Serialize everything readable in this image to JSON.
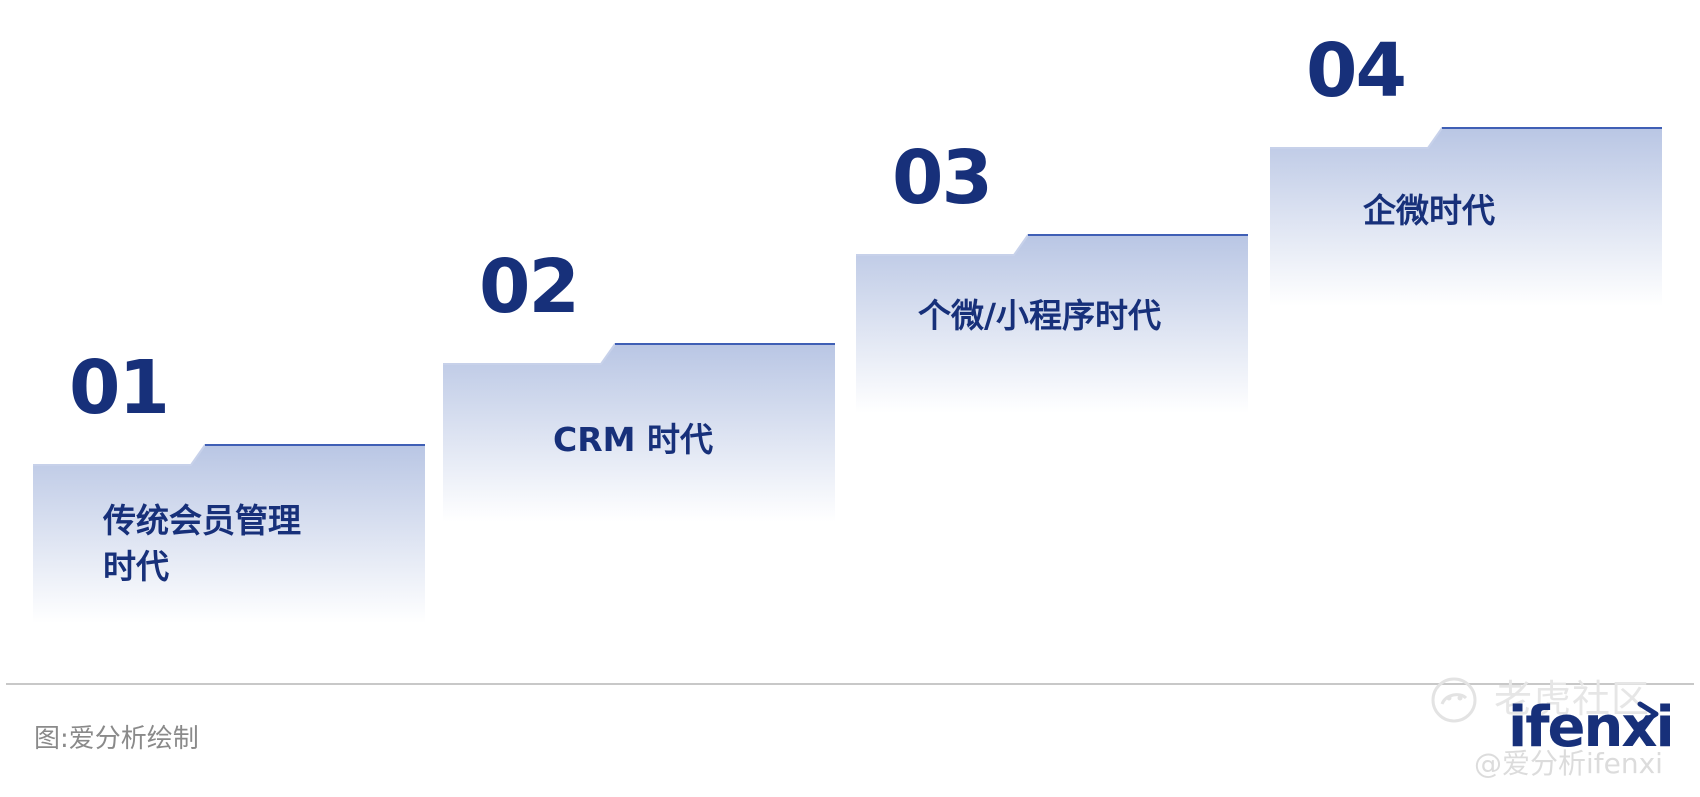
{
  "colors": {
    "navy": "#17307a",
    "panel_top": "#b9c6e4",
    "panel_bottom": "#ffffff",
    "edge_line": "#3f5fb5",
    "divider": "#c8c8c8",
    "caption": "#8a8a8a"
  },
  "steps": [
    {
      "number": "01",
      "label_lines": [
        "传统会员管理",
        "时代"
      ]
    },
    {
      "number": "02",
      "label_lines": [
        "CRM 时代"
      ]
    },
    {
      "number": "03",
      "label_lines": [
        "个微/小程序时代"
      ]
    },
    {
      "number": "04",
      "label_lines": [
        "企微时代"
      ]
    }
  ],
  "caption": "图:爱分析绘制",
  "watermark": {
    "platform_name": "老虎社区",
    "platform_icon": "tiger-icon",
    "logo_text": "ifenxi",
    "attribution": "@爱分析ifenxi"
  }
}
